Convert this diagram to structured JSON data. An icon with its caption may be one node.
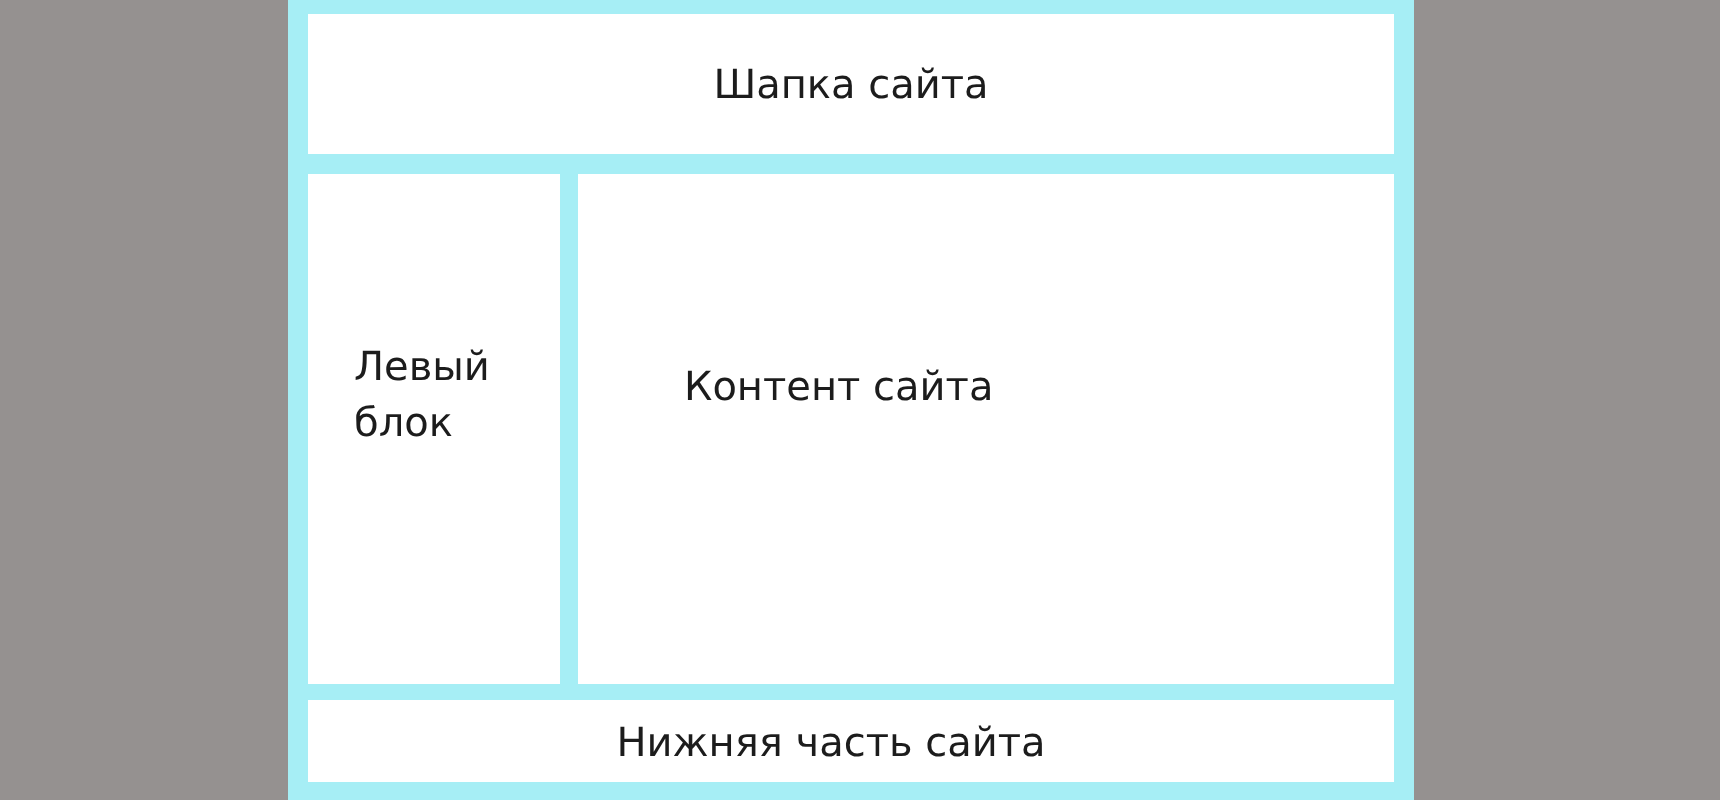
{
  "diagram": {
    "nodes": [
      {
        "text": [],
        "shape": "box"
      },
      {
        "text": [
          "Шапка сайта"
        ],
        "in": 0
      },
      {
        "text": [
          "Левый блок"
        ],
        "in": 0
      },
      {
        "text": [
          "Контент сайта"
        ],
        "in": 0
      },
      {
        "text": [
          "Нижняя часть сайта"
        ],
        "in": 0
      }
    ]
  }
}
